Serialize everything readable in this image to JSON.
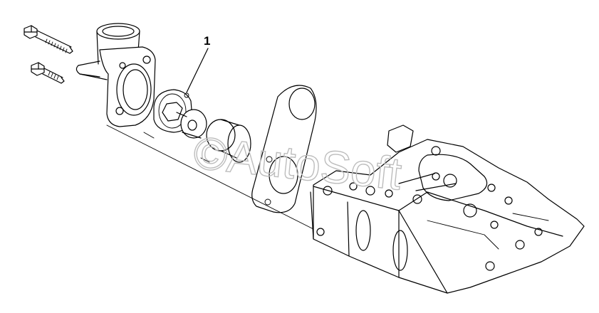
{
  "diagram": {
    "callouts": [
      {
        "id": "1",
        "label": "1"
      }
    ],
    "watermark": "©AutoSoft",
    "colors": {
      "line": "#000000",
      "background": "#ffffff",
      "watermark": "#bdbdbd"
    }
  }
}
